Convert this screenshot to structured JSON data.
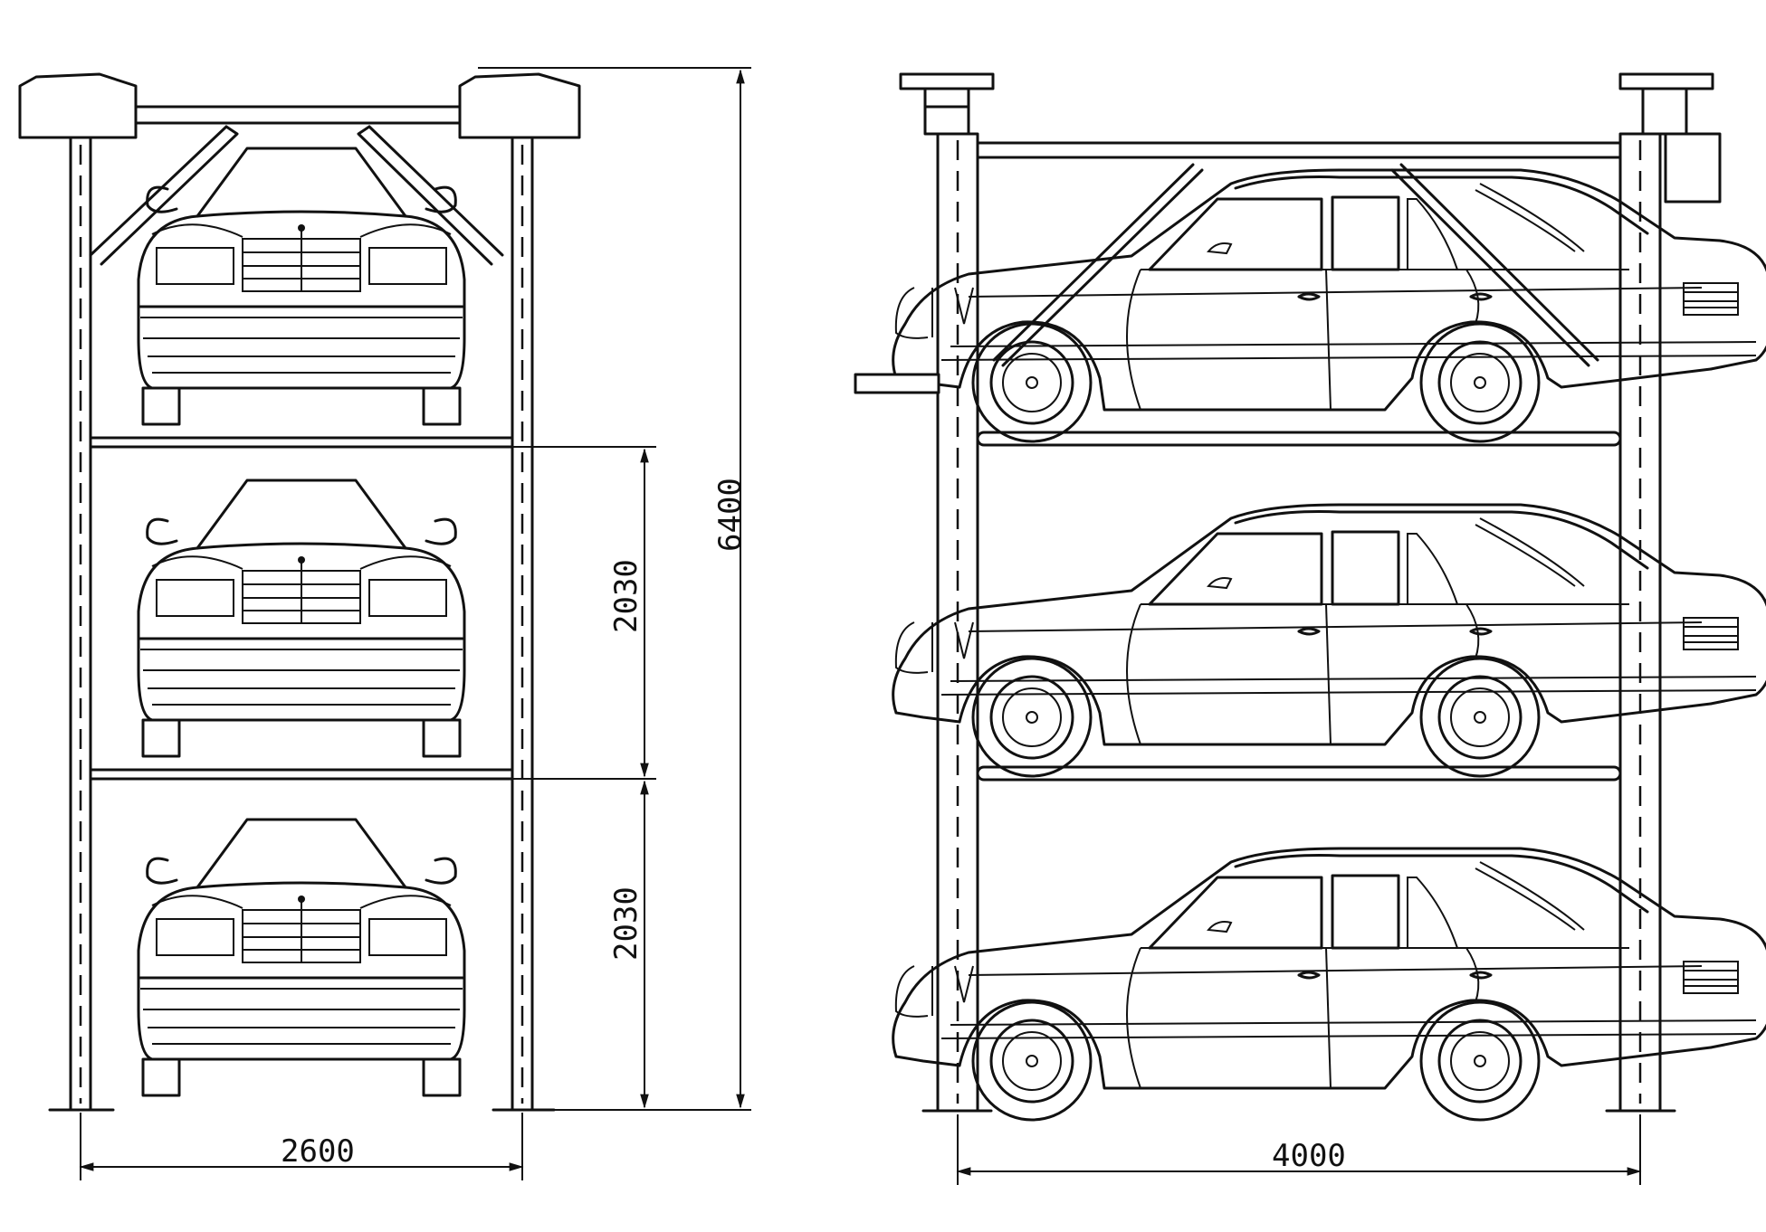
{
  "dimensions": {
    "front_width": "2600",
    "side_length": "4000",
    "total_height": "6400",
    "level_spacing_upper": "2030",
    "level_spacing_lower": "2030"
  },
  "levels": 3
}
